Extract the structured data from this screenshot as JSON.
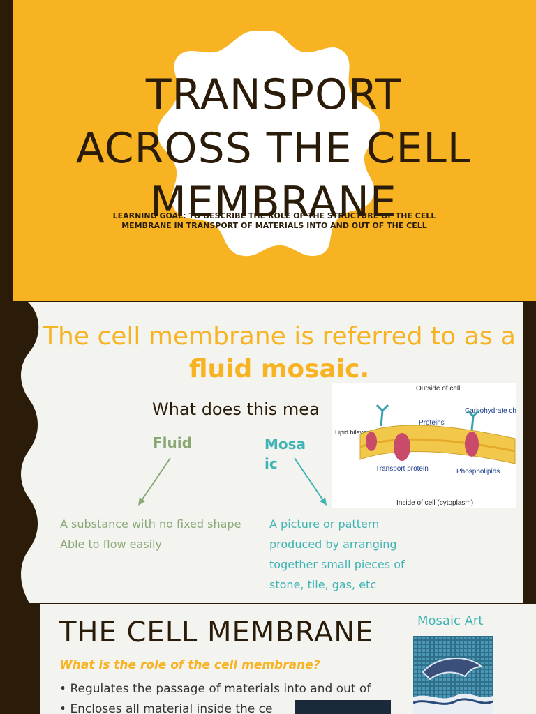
{
  "slide1": {
    "title_lines": [
      "TRANSPORT",
      "ACROSS THE CELL",
      "MEMBRANE"
    ],
    "learning_goal": "LEARNING GOAL: TO DESCRIBE THE ROLE OF THE STRUCTURE OF THE CELL MEMBRANE IN TRANSPORT OF MATERIALS INTO AND OUT OF THE CELL"
  },
  "slide2": {
    "headline_plain": "The cell membrane is referred to as a ",
    "headline_bold": "fluid mosaic.",
    "question": "What does this mea",
    "fluid_label": "Fluid",
    "mosaic_label": "Mosaic",
    "fluid_def": [
      "A substance with no fixed shape",
      "Able to flow easily"
    ],
    "mosaic_def": "A picture or pattern produced by arranging together small pieces of stone, tile, gas, etc",
    "diagram_labels": {
      "outside": "Outside of cell",
      "carbohydrate": "Carbohydrate chains",
      "proteins": "Proteins",
      "lipid": "Lipid bilayer",
      "transport": "Transport protein",
      "phospholipids": "Phospholipids",
      "inside": "Inside of cell (cytoplasm)"
    }
  },
  "slide3": {
    "title": "THE CELL MEMBRANE",
    "question": "What is the role of the cell membrane?",
    "bullets": [
      "Regulates the passage of materials into and out of",
      "Encloses all material inside the ce"
    ],
    "art_label": "Mosaic Art"
  },
  "colors": {
    "gold": "#f8b323",
    "dark": "#2a1c08",
    "teal": "#3fb4b4",
    "sage": "#8aa876"
  }
}
